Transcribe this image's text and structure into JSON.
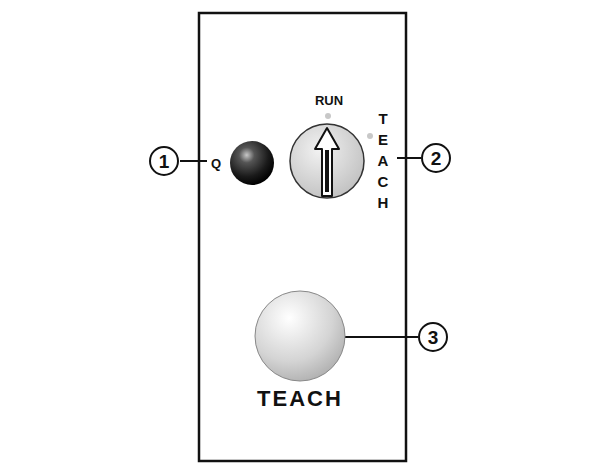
{
  "diagram": {
    "nodes": [
      {
        "text": [
          "1"
        ]
      },
      {
        "text": [
          "2"
        ]
      },
      {
        "text": [
          "3"
        ]
      }
    ],
    "labels": [
      "Q",
      "RUN",
      "TEACH",
      "TEACH"
    ]
  }
}
